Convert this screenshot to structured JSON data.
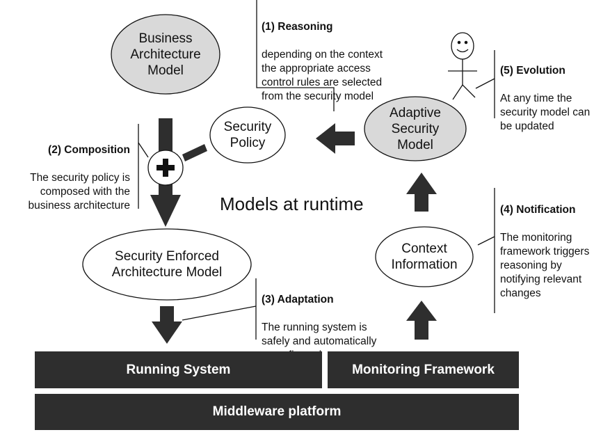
{
  "colors": {
    "dark": "#2e2e2e",
    "ellipse_fill": "#d9d9d9",
    "line": "#111111"
  },
  "center_label": "Models at runtime",
  "nodes": {
    "business_architecture_model": "Business\nArchitecture\nModel",
    "security_policy": "Security\nPolicy",
    "adaptive_security_model": "Adaptive\nSecurity\nModel",
    "security_enforced_architecture_model": "Security Enforced\nArchitecture Model",
    "context_information": "Context\nInformation"
  },
  "annotations": {
    "reasoning": {
      "heading": "(1) Reasoning",
      "text": "depending on the context\nthe appropriate access\ncontrol  rules are selected\nfrom the security model"
    },
    "composition": {
      "heading": "(2) Composition",
      "text": "The security policy is\ncomposed with the\nbusiness architecture"
    },
    "adaptation": {
      "heading": "(3) Adaptation",
      "text": "The running system is\nsafely and automatically\nreconfigured"
    },
    "notification": {
      "heading": "(4) Notification",
      "text": "The monitoring\nframework triggers\nreasoning by\nnotifying relevant\nchanges"
    },
    "evolution": {
      "heading": "(5) Evolution",
      "text": "At any time the\nsecurity model can\nbe updated"
    }
  },
  "bars": {
    "running_system": "Running System",
    "monitoring_framework": "Monitoring Framework",
    "middleware_platform": "Middleware platform"
  },
  "icons": [
    "plus-icon",
    "stick-figure-icon"
  ]
}
